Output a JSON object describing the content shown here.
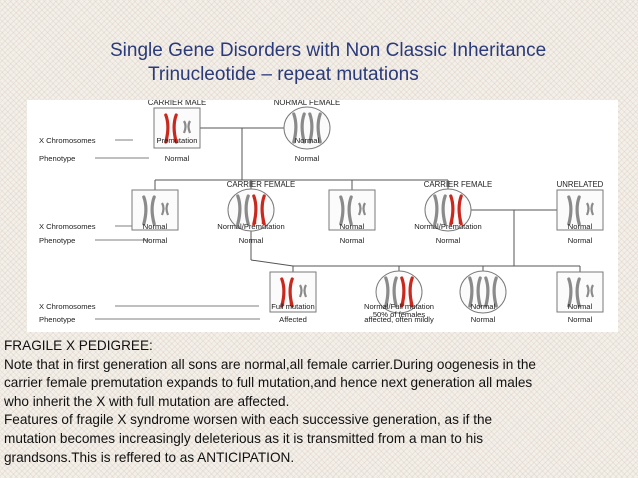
{
  "titles": {
    "line1": "Single Gene Disorders with Non Classic Inheritance",
    "line2": "Trinucleotide – repeat mutations"
  },
  "diagram": {
    "row_labels": {
      "x_chromosomes": "X Chromosomes",
      "phenotype": "Phenotype"
    },
    "gen1": [
      {
        "id": "g1a",
        "top_label": "CARRIER MALE",
        "sex": "male",
        "x_status": "Premutation",
        "phenotype": "Normal",
        "red": [
          1
        ]
      },
      {
        "id": "g1b",
        "top_label": "NORMAL FEMALE",
        "sex": "female",
        "x_status": "Normal",
        "phenotype": "Normal",
        "red": []
      }
    ],
    "gen2": [
      {
        "id": "g2a",
        "top_label": "",
        "sex": "male",
        "x_status": "Normal",
        "phenotype": "Normal",
        "red": []
      },
      {
        "id": "g2b",
        "top_label": "CARRIER FEMALE",
        "sex": "female",
        "x_status": "Normal/Premutation",
        "phenotype": "Normal",
        "red": [
          1
        ]
      },
      {
        "id": "g2c",
        "top_label": "",
        "sex": "male",
        "x_status": "Normal",
        "phenotype": "Normal",
        "red": []
      },
      {
        "id": "g2d",
        "top_label": "CARRIER FEMALE",
        "sex": "female",
        "x_status": "Normal/Premutation",
        "phenotype": "Normal",
        "red": [
          1
        ]
      },
      {
        "id": "g2e",
        "top_label": "UNRELATED",
        "sex": "male",
        "x_status": "Normal",
        "phenotype": "Normal",
        "red": []
      }
    ],
    "gen3": [
      {
        "id": "g3a",
        "sex": "male",
        "x_status": "Full mutation",
        "phenotype": "Affected",
        "red": [
          1
        ]
      },
      {
        "id": "g3b",
        "sex": "female",
        "x_status": "Normal/Full mutation",
        "x_status_sub": "50% of females",
        "phenotype": "affected, often mildly",
        "red": [
          1
        ]
      },
      {
        "id": "g3c",
        "sex": "female",
        "x_status": "Normal",
        "phenotype": "Normal",
        "red": []
      },
      {
        "id": "g3d",
        "sex": "male",
        "x_status": "Normal",
        "phenotype": "Normal",
        "red": []
      }
    ],
    "colors": {
      "box_border": "#7a7a7a",
      "chromosome": "#8a8a8a",
      "premutation": "#c8281e",
      "line": "#555555",
      "text": "#222222"
    }
  },
  "caption": {
    "lines": [
      "FRAGILE X PEDIGREE:",
      "Note that in first generation all sons are normal,all female carrier.During oogenesis in the",
      "carrier female premutation expands to full mutation,and hence next generation all males",
      "who inherit the X with full mutation are affected.",
      "Features of fragile X syndrome worsen with each successive generation, as if the",
      "mutation becomes increasingly deleterious as it is transmitted from a man to his",
      "grandsons.This is reffered to as ANTICIPATION."
    ]
  }
}
